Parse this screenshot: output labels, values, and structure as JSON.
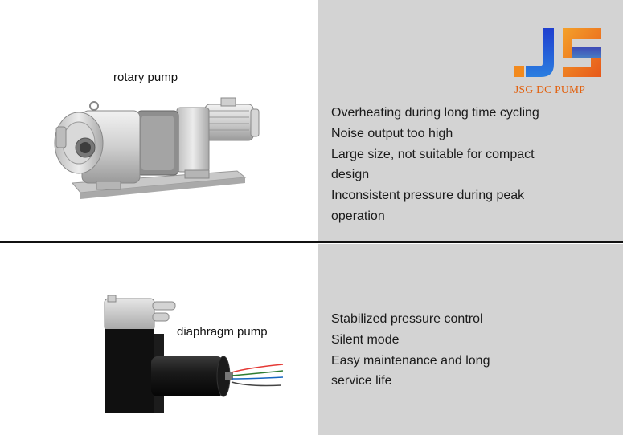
{
  "top": {
    "pump_label": "rotary pump",
    "logo": {
      "text": "JSG DC PUMP",
      "colors": {
        "j": "#1e4fc9",
        "s": "#ee7a1a",
        "dot": "#f28a1e"
      }
    },
    "issues": [
      "Overheating during long time cycling",
      "Noise output too high",
      "Large size, not suitable for compact",
      "design",
      "Inconsistent pressure during peak",
      "operation"
    ]
  },
  "bottom": {
    "pump_label": "diaphragm pump",
    "benefits": [
      "Stabilized pressure control",
      "Silent mode",
      "Easy maintenance and long",
      "service life"
    ]
  },
  "colors": {
    "panel_gray": "#d3d3d3",
    "divider": "#111111"
  }
}
